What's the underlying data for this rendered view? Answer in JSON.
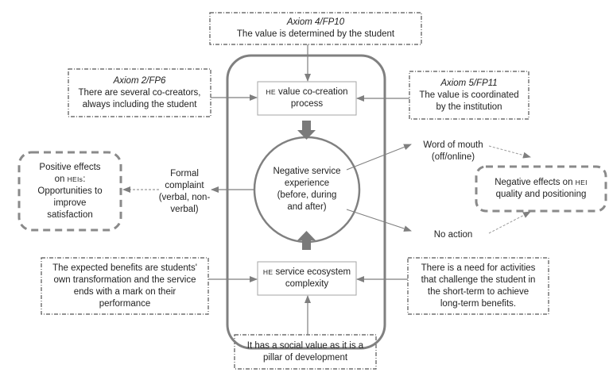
{
  "axiom4": {
    "title": "Axiom 4/FP10",
    "text": "The value is determined by the student"
  },
  "axiom2": {
    "title": "Axiom 2/FP6",
    "line1": "There are several co-creators,",
    "line2": "always including the student"
  },
  "axiom5": {
    "title": "Axiom 5/FP11",
    "line1": "The value is coordinated",
    "line2": "by the institution"
  },
  "value_process": {
    "prefix": "HE",
    "line1": " value co-creation",
    "line2": "process"
  },
  "negative_experience": {
    "line1": "Negative service",
    "line2": "experience",
    "line3": "(before, during",
    "line4": "and after)"
  },
  "ecosystem": {
    "prefix": "HE",
    "line1": " service ecosystem",
    "line2": "complexity"
  },
  "formal_complaint": {
    "line1": "Formal",
    "line2": "complaint",
    "line3": "(verbal, non-",
    "line4": "verbal)"
  },
  "positive_effects": {
    "line1": "Positive effects",
    "line2_pre": "on ",
    "line2_sc": "HEIs",
    "line2_post": ":",
    "line3": "Opportunities to",
    "line4": "improve",
    "line5": "satisfaction"
  },
  "word_of_mouth": {
    "line1": "Word of mouth",
    "line2": "(off/online)"
  },
  "no_action": {
    "text": "No action"
  },
  "negative_effects": {
    "line1_pre": "Negative effects on ",
    "line1_sc": "HEI",
    "line2": "quality and positioning"
  },
  "expected_benefits": {
    "line1": "The expected benefits are students'",
    "line2": "own transformation and the service",
    "line3": "ends with a mark on their",
    "line4": "performance"
  },
  "need_activities": {
    "line1": "There is a need for activities",
    "line2": "that challenge the student in",
    "line3": "the short-term to achieve",
    "line4": "long-term benefits."
  },
  "social_value": {
    "line1": "It has a social value as it is a",
    "line2": "pillar of development"
  },
  "colors": {
    "line": "#7f7f7f",
    "frame": "#808080",
    "text": "#222222",
    "box_border": "#a6a6a6"
  }
}
